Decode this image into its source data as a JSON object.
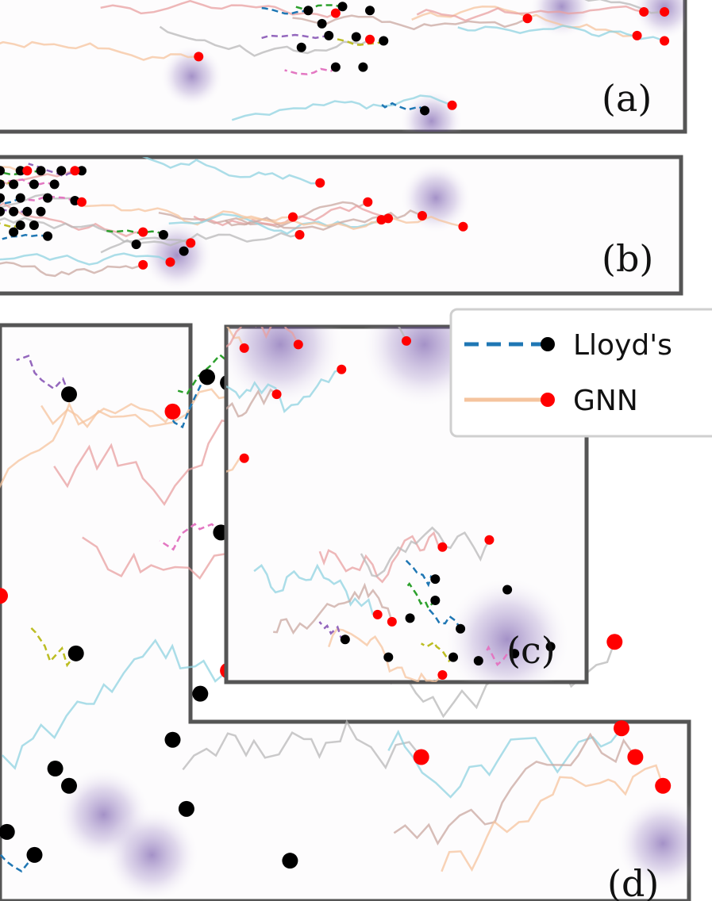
{
  "chart_data": {
    "type": "scatter",
    "legend": {
      "placement": "top-right",
      "entries": [
        {
          "label": "Lloyd's",
          "line_color": "#1f77b4",
          "line_style": "dashed",
          "marker_color": "#000000"
        },
        {
          "label": "GNN",
          "line_color": "#f5c49e",
          "line_style": "solid",
          "marker_color": "#ff0000"
        }
      ]
    },
    "lloyd_colors": [
      "#1f77b4",
      "#2ca02c",
      "#9467bd",
      "#bcbd22",
      "#e377c2"
    ],
    "gnn_colors": [
      "#f5c49e",
      "#e8a0a0",
      "#b8b8b8",
      "#8fd3e0",
      "#c9a8a0"
    ],
    "density_color": "#5b3a9b",
    "panels": [
      {
        "label": "(a)",
        "densities": [
          [
            0.28,
            0.58
          ],
          [
            0.63,
            0.92
          ],
          [
            0.82,
            0.05
          ],
          [
            0.97,
            0.06
          ]
        ],
        "gnn_final": [
          [
            0.29,
            0.43
          ],
          [
            0.49,
            0.1
          ],
          [
            0.54,
            0.3
          ],
          [
            0.66,
            0.8
          ],
          [
            0.77,
            0.14
          ],
          [
            0.93,
            0.27
          ],
          [
            0.94,
            0.09
          ],
          [
            0.97,
            0.09
          ],
          [
            0.97,
            0.31
          ]
        ],
        "lloyd_final": [
          [
            0.45,
            0.08
          ],
          [
            0.47,
            0.18
          ],
          [
            0.5,
            0.05
          ],
          [
            0.44,
            0.36
          ],
          [
            0.48,
            0.27
          ],
          [
            0.52,
            0.28
          ],
          [
            0.56,
            0.31
          ],
          [
            0.54,
            0.08
          ],
          [
            0.49,
            0.51
          ],
          [
            0.53,
            0.51
          ],
          [
            0.62,
            0.84
          ]
        ]
      },
      {
        "label": "(b)",
        "densities": [
          [
            0.26,
            0.72
          ],
          [
            0.64,
            0.3
          ]
        ],
        "gnn_final": [
          [
            0.04,
            0.1
          ],
          [
            0.11,
            0.1
          ],
          [
            0.12,
            0.33
          ],
          [
            0.47,
            0.19
          ],
          [
            0.54,
            0.33
          ],
          [
            0.43,
            0.44
          ],
          [
            0.57,
            0.45
          ],
          [
            0.44,
            0.57
          ],
          [
            0.56,
            0.46
          ],
          [
            0.62,
            0.43
          ],
          [
            0.68,
            0.51
          ],
          [
            0.21,
            0.55
          ],
          [
            0.28,
            0.63
          ],
          [
            0.25,
            0.77
          ],
          [
            0.21,
            0.79
          ]
        ],
        "lloyd_final": [
          [
            0.0,
            0.1
          ],
          [
            0.03,
            0.1
          ],
          [
            0.06,
            0.1
          ],
          [
            0.09,
            0.1
          ],
          [
            0.12,
            0.1
          ],
          [
            0.0,
            0.2
          ],
          [
            0.02,
            0.2
          ],
          [
            0.05,
            0.2
          ],
          [
            0.08,
            0.2
          ],
          [
            0.0,
            0.3
          ],
          [
            0.03,
            0.3
          ],
          [
            0.07,
            0.3
          ],
          [
            0.0,
            0.4
          ],
          [
            0.02,
            0.4
          ],
          [
            0.04,
            0.4
          ],
          [
            0.06,
            0.4
          ],
          [
            0.03,
            0.5
          ],
          [
            0.05,
            0.5
          ],
          [
            0.11,
            0.32
          ],
          [
            0.02,
            0.55
          ],
          [
            0.07,
            0.58
          ],
          [
            0.2,
            0.64
          ],
          [
            0.24,
            0.57
          ],
          [
            0.27,
            0.69
          ]
        ]
      },
      {
        "label": "(c)",
        "densities": [
          [
            0.15,
            0.05
          ],
          [
            0.55,
            0.05
          ],
          [
            0.78,
            0.88
          ]
        ],
        "gnn_final": [
          [
            0.05,
            0.06
          ],
          [
            0.2,
            0.05
          ],
          [
            0.5,
            0.04
          ],
          [
            0.32,
            0.12
          ],
          [
            0.14,
            0.19
          ],
          [
            0.05,
            0.37
          ],
          [
            0.6,
            0.62
          ],
          [
            0.73,
            0.6
          ],
          [
            0.42,
            0.81
          ],
          [
            0.46,
            0.83
          ],
          [
            0.6,
            0.98
          ]
        ],
        "lloyd_final": [
          [
            0.58,
            0.71
          ],
          [
            0.78,
            0.74
          ],
          [
            0.58,
            0.77
          ],
          [
            0.51,
            0.82
          ],
          [
            0.33,
            0.88
          ],
          [
            0.45,
            0.93
          ],
          [
            0.63,
            0.93
          ],
          [
            0.7,
            0.94
          ],
          [
            0.8,
            0.92
          ],
          [
            0.9,
            0.9
          ],
          [
            0.65,
            0.85
          ]
        ]
      },
      {
        "label": "(d)",
        "densities": [
          [
            0.15,
            0.85
          ],
          [
            0.22,
            0.92
          ],
          [
            0.96,
            0.9
          ],
          [
            0.96,
            0.05
          ]
        ],
        "gnn_final": [
          [
            0.42,
            0.07
          ],
          [
            0.41,
            0.2
          ],
          [
            0.61,
            0.75
          ],
          [
            0.33,
            0.6
          ],
          [
            0.0,
            0.47
          ],
          [
            0.25,
            0.15
          ],
          [
            0.47,
            0.37
          ],
          [
            0.89,
            0.55
          ],
          [
            0.9,
            0.7
          ],
          [
            0.92,
            0.75
          ],
          [
            0.96,
            0.8
          ]
        ],
        "lloyd_final": [
          [
            0.3,
            0.09
          ],
          [
            0.33,
            0.1
          ],
          [
            0.35,
            0.08
          ],
          [
            0.27,
            0.84
          ],
          [
            0.1,
            0.12
          ],
          [
            0.25,
            0.72
          ],
          [
            0.11,
            0.57
          ],
          [
            0.29,
            0.64
          ],
          [
            0.32,
            0.36
          ],
          [
            0.08,
            0.77
          ],
          [
            0.05,
            0.92
          ],
          [
            0.1,
            0.8
          ],
          [
            0.01,
            0.88
          ],
          [
            0.42,
            0.93
          ]
        ]
      }
    ]
  }
}
